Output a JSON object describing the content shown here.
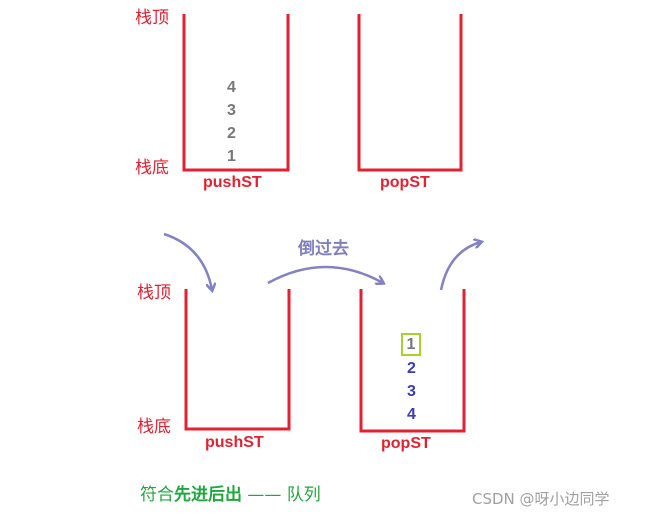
{
  "top_row": {
    "label_top": "栈顶",
    "label_bottom": "栈底",
    "push_stack": {
      "name": "pushST",
      "items": [
        "4",
        "3",
        "2",
        "1"
      ]
    },
    "pop_stack": {
      "name": "popST",
      "items": []
    }
  },
  "bottom_row": {
    "label_top": "栈顶",
    "label_bottom": "栈底",
    "push_stack": {
      "name": "pushST",
      "items": []
    },
    "pop_stack": {
      "name": "popST",
      "items": [
        "1",
        "2",
        "3",
        "4"
      ],
      "highlighted_item": "1"
    }
  },
  "transfer_caption": "倒过去",
  "footer": {
    "prefix": "符合",
    "emphasis": "先进后出",
    "dash": "——",
    "suffix": "队列"
  },
  "watermark": "CSDN @呀小边同学",
  "colors": {
    "stack_walls": "#e32131",
    "arrows": "#8282c4",
    "highlight_box": "#a8d22a",
    "footer_text": "#1fa83d"
  },
  "icons": [
    "curved-arrow-down-icon",
    "curved-arrow-right-icon",
    "curved-arrow-up-icon"
  ]
}
